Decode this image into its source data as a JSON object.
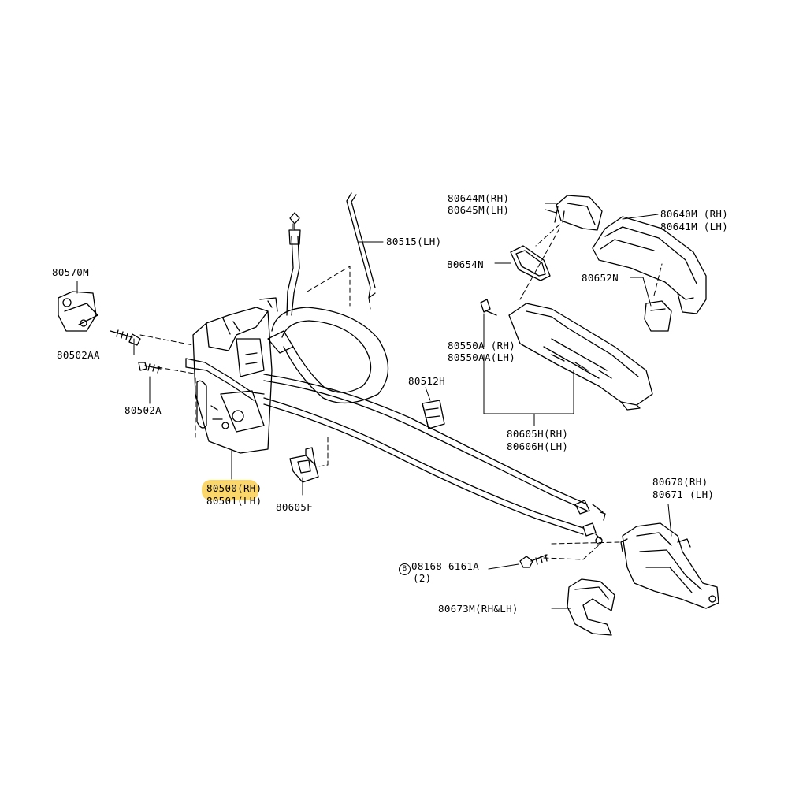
{
  "theme": {
    "ink": "#000000",
    "highlight": "#fbd66a",
    "background": "#ffffff"
  },
  "labels": {
    "p80570m": "80570M",
    "p80502aa": "80502AA",
    "p80502a": "80502A",
    "p80500": "80500(RH)",
    "p80501": "80501(LH)",
    "p80605f": "80605F",
    "p80515": "80515(LH)",
    "p80644m": "80644M(RH)",
    "p80645m": "80645M(LH)",
    "p80640m": "80640M (RH)",
    "p80641m": "80641M (LH)",
    "p80654n": "80654N",
    "p80652n": "80652N",
    "p80550a": "80550A  (RH)",
    "p80550aa": "80550AA(LH)",
    "p80512h": "80512H",
    "p80605h": "80605H(RH)",
    "p80606h": "80606H(LH)",
    "p80670": "80670(RH)",
    "p80671": "80671 (LH)",
    "bolt_symbol": "B",
    "p08168": "08168-6161A",
    "bolt_qty": "(2)",
    "p80673m": "80673M(RH&LH)"
  }
}
